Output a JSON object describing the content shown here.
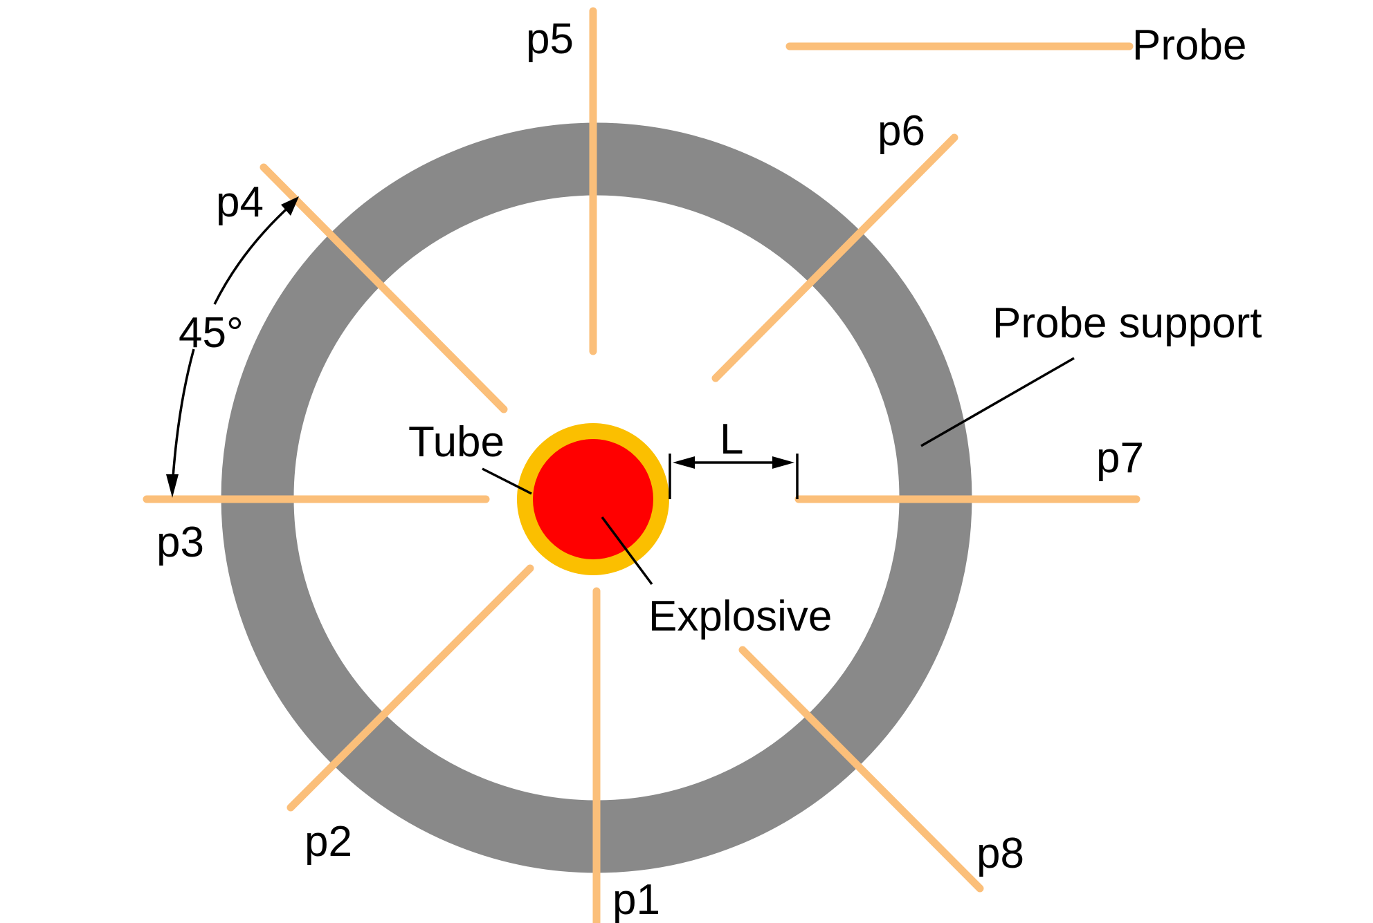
{
  "colors": {
    "support": "#898989",
    "probe": "#fbbf7a",
    "tube": "#fbbf00",
    "explosive": "#ff0000",
    "ink": "#000000",
    "background": "#ffffff"
  },
  "labels": {
    "probe_legend": "Probe",
    "probe_support": "Probe support",
    "tube": "Tube",
    "explosive": "Explosive",
    "distance": "L",
    "angle": "45°"
  },
  "probes": [
    {
      "id": "p1",
      "label": "p1",
      "angle_deg": 270
    },
    {
      "id": "p2",
      "label": "p2",
      "angle_deg": 225
    },
    {
      "id": "p3",
      "label": "p3",
      "angle_deg": 180
    },
    {
      "id": "p4",
      "label": "p4",
      "angle_deg": 135
    },
    {
      "id": "p5",
      "label": "p5",
      "angle_deg": 90
    },
    {
      "id": "p6",
      "label": "p6",
      "angle_deg": 45
    },
    {
      "id": "p7",
      "label": "p7",
      "angle_deg": 0
    },
    {
      "id": "p8",
      "label": "p8",
      "angle_deg": 315
    }
  ]
}
